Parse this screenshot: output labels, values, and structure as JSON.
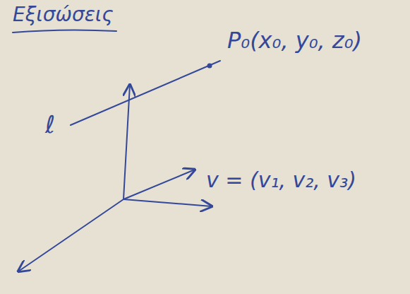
{
  "diagram": {
    "title": "Εξισώσεις",
    "labels": [
      "P₀(x₀, y₀, z₀)",
      "ℓ",
      "v = (v₁, v₂, v₃)"
    ]
  }
}
